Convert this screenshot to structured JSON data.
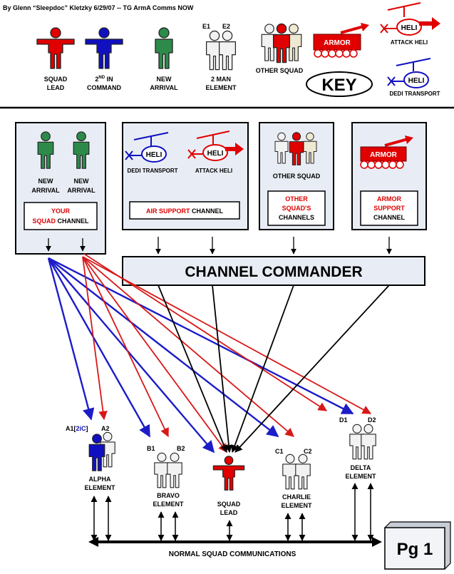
{
  "header": {
    "byline": "By Glenn “Sleepdoc” Kletzky   6/29/07  --  TG ArmA Comms NOW"
  },
  "key": {
    "title": "KEY",
    "squad_lead": [
      "SQUAD",
      "LEAD"
    ],
    "second_in_command": {
      "line1_num": "2",
      "line1_sup": "ND",
      "line1_rest": " IN",
      "line2": "COMMAND"
    },
    "new_arrival": [
      "NEW",
      "ARRIVAL"
    ],
    "two_man": {
      "e1": "E1",
      "e2": "E2",
      "label": "2 MAN",
      "label2": "ELEMENT"
    },
    "other_squad": "OTHER SQUAD",
    "armor": "ARMOR",
    "attack_heli": "ATTACK HELI",
    "dedi_transport": "DEDI TRANSPORT",
    "heli": "HELI"
  },
  "panels": {
    "your_squad": {
      "left_label": [
        "NEW",
        "ARRIVAL"
      ],
      "right_label": [
        "NEW",
        "ARRIVAL"
      ],
      "channel_line1": "YOUR",
      "channel_red": "SQUAD",
      "channel_black": " CHANNEL"
    },
    "air_support": {
      "dedi": "DEDI TRANSPORT",
      "attack": "ATTACK HELI",
      "channel_red": "AIR SUPPORT",
      "channel_black": " CHANNEL",
      "heli": "HELI"
    },
    "other_squad": {
      "label": "OTHER SQUAD",
      "channel_line1": "OTHER",
      "channel_line2": "SQUAD'S",
      "channel_line3": "CHANNELS"
    },
    "armor": {
      "label": "ARMOR",
      "channel_line1": "ARMOR",
      "channel_line2": "SUPPORT",
      "channel_line3": "CHANNEL"
    }
  },
  "channel_commander": "CHANNEL COMMANDER",
  "elements": {
    "alpha": {
      "a1": "A1[",
      "a1_blue": "2iC",
      "a1_close": "]",
      "a2": "A2",
      "label": [
        "ALPHA",
        "ELEMENT"
      ]
    },
    "bravo": {
      "b1": "B1",
      "b2": "B2",
      "label": [
        "BRAVO",
        "ELEMENT"
      ]
    },
    "squad_lead": {
      "label": [
        "SQUAD",
        "LEAD"
      ]
    },
    "charlie": {
      "c1": "C1",
      "c2": "C2",
      "label": [
        "CHARLIE",
        "ELEMENT"
      ]
    },
    "delta": {
      "d1": "D1",
      "d2": "D2",
      "label": [
        "DELTA",
        "ELEMENT"
      ]
    }
  },
  "footer": {
    "normal_comms": "NORMAL SQUAD COMMUNICATIONS",
    "page": "Pg 1"
  },
  "colors": {
    "squad_lead": "#e00000",
    "second_in_command": "#1010c0",
    "new_arrival": "#2e8a4a",
    "element": "#f2f2f2",
    "panel_bg": "#e8edf5",
    "blue_line": "#1c1cc8",
    "red_line": "#d81818"
  }
}
